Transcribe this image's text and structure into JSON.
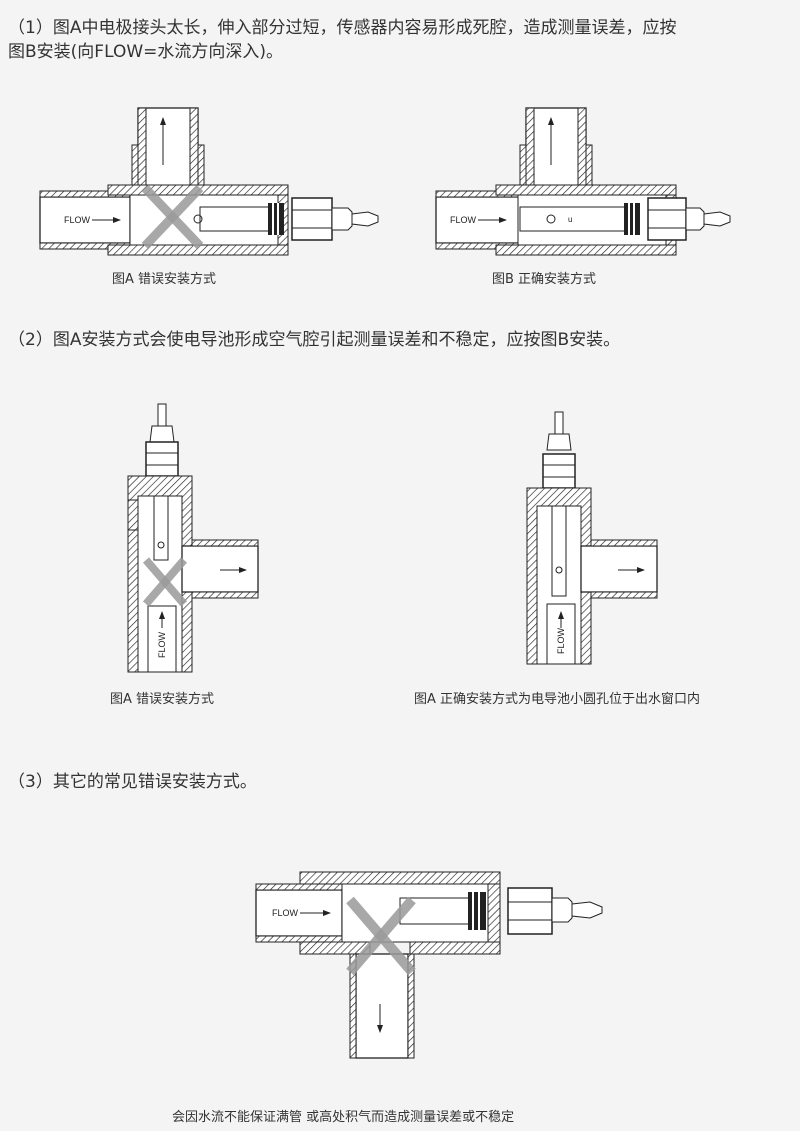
{
  "sections": [
    {
      "heading_line1": "（1）图A中电极接头太长，伸入部分过短，传感器内容易形成死腔，造成测量误差，应按",
      "heading_line2": "图B安装(向FLOW=水流方向深入)。",
      "captions": [
        "图A 错误安装方式",
        "图B 正确安装方式"
      ]
    },
    {
      "heading": "（2）图A安装方式会使电导池形成空气腔引起测量误差和不稳定，应按图B安装。",
      "captions": [
        "图A 错误安装方式",
        "图A 正确安装方式为电导池小圆孔位于出水窗口内"
      ]
    },
    {
      "heading": "（3）其它的常见错误安装方式。",
      "captions": [
        "会因水流不能保证满管 或高处积气而造成测量误差或不稳定"
      ]
    }
  ],
  "flow_label": "FLOW",
  "mark_label": "u",
  "colors": {
    "background": "#f4f4f4",
    "line": "#222222",
    "wrong_mark": "#9a9a9a",
    "text": "#333333"
  },
  "icons": {
    "wrong": "cross-mark-icon",
    "flow_direction": "arrow-icon"
  }
}
